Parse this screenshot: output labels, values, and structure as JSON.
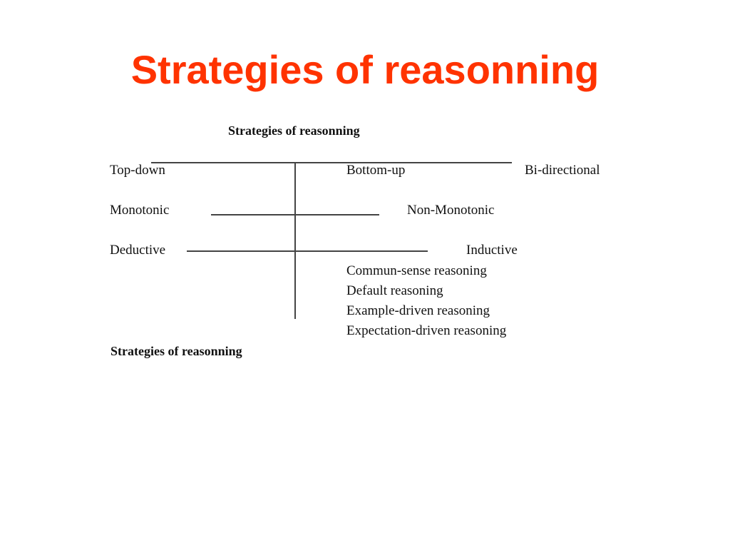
{
  "slide": {
    "title": "Strategies of reasonning"
  },
  "diagram": {
    "heading": "Strategies of reasonning",
    "rows": [
      {
        "left": "Top-down",
        "middle": "Bottom-up",
        "right": "Bi-directional"
      },
      {
        "left": "Monotonic",
        "right": "Non-Monotonic"
      },
      {
        "left": "Deductive",
        "right": "Inductive"
      }
    ],
    "inductive_subtypes": [
      "Commun-sense reasoning",
      "Default reasoning",
      "Example-driven reasoning",
      "Expectation-driven reasoning"
    ],
    "caption": "Strategies of reasonning"
  },
  "colors": {
    "title": "#ff3300",
    "text": "#111111",
    "lines": "#444444"
  }
}
